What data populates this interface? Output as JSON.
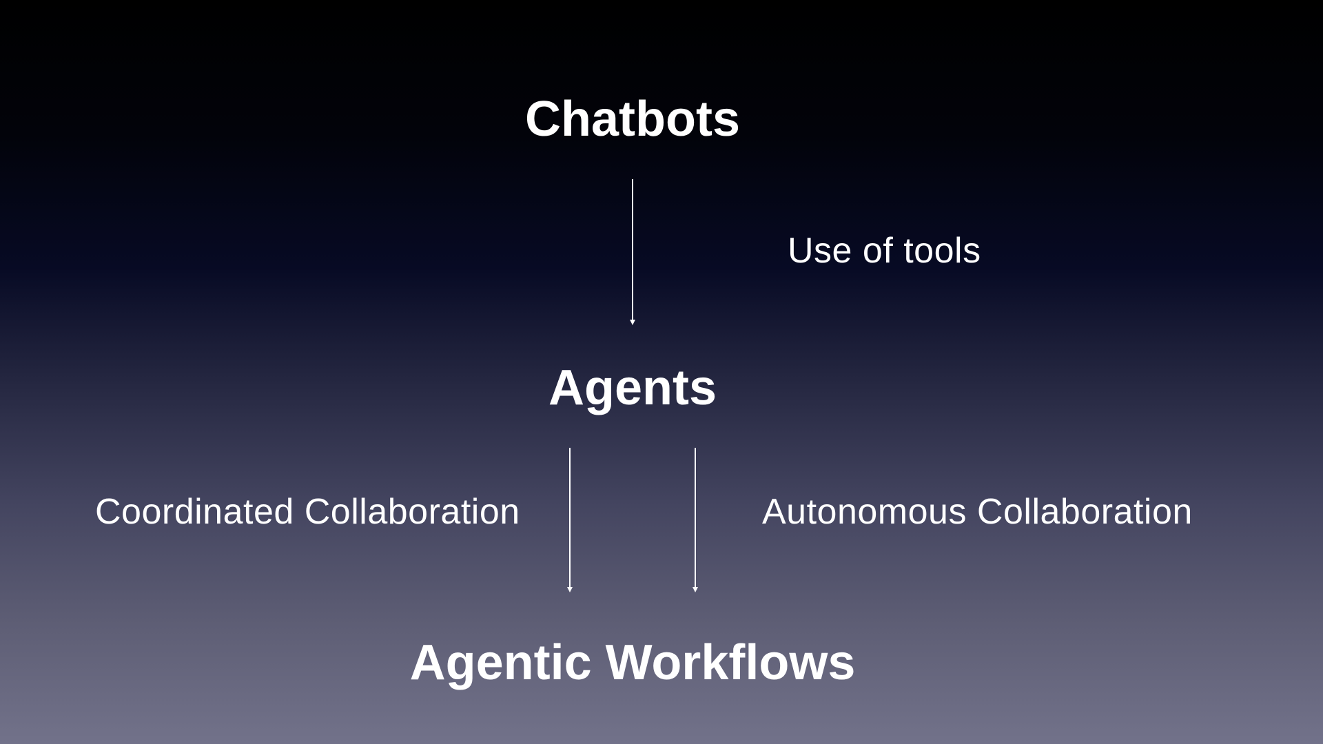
{
  "nodes": {
    "chatbots": "Chatbots",
    "agents": "Agents",
    "agentic_workflows": "Agentic Workflows"
  },
  "edges": {
    "tools": "Use of tools",
    "coordinated": "Coordinated Collaboration",
    "autonomous": "Autonomous Collaboration"
  },
  "colors": {
    "text": "#ffffff",
    "arrow": "#ffffff"
  }
}
